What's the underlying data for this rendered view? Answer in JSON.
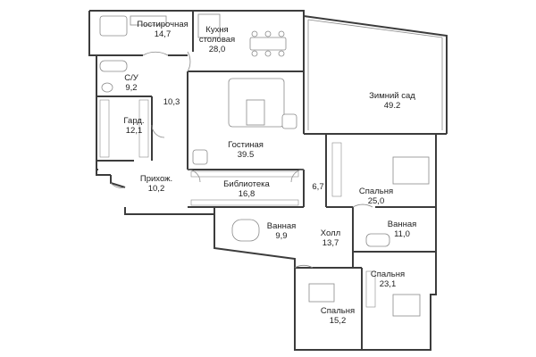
{
  "rooms": [
    {
      "id": "utility",
      "name": "Постирочная",
      "area": "14,7"
    },
    {
      "id": "kitchen",
      "name": "Кухня",
      "name2": "столовая",
      "area": "28,0"
    },
    {
      "id": "bath1",
      "name": "С/У",
      "area": "9,2"
    },
    {
      "id": "corridor",
      "name": "",
      "area": "10,3"
    },
    {
      "id": "garden",
      "name": "Зимний сад",
      "area": "49.2"
    },
    {
      "id": "wardrobe",
      "name": "Гард.",
      "area": "12,1"
    },
    {
      "id": "living",
      "name": "Гостиная",
      "area": "39.5"
    },
    {
      "id": "hall",
      "name": "Прихож.",
      "area": "10,2"
    },
    {
      "id": "library",
      "name": "Библиотека",
      "area": "16,8"
    },
    {
      "id": "passage",
      "name": "",
      "area": "6,7"
    },
    {
      "id": "bedroom1",
      "name": "Спальня",
      "area": "25,0"
    },
    {
      "id": "bath2",
      "name": "Ванная",
      "area": "9,9"
    },
    {
      "id": "foyer",
      "name": "Холл",
      "area": "13,7"
    },
    {
      "id": "bath3",
      "name": "Ванная",
      "area": "11,0"
    },
    {
      "id": "bedroom2",
      "name": "Спальня",
      "area": "23,1"
    },
    {
      "id": "bedroom3",
      "name": "Спальня",
      "area": "15,2"
    }
  ]
}
